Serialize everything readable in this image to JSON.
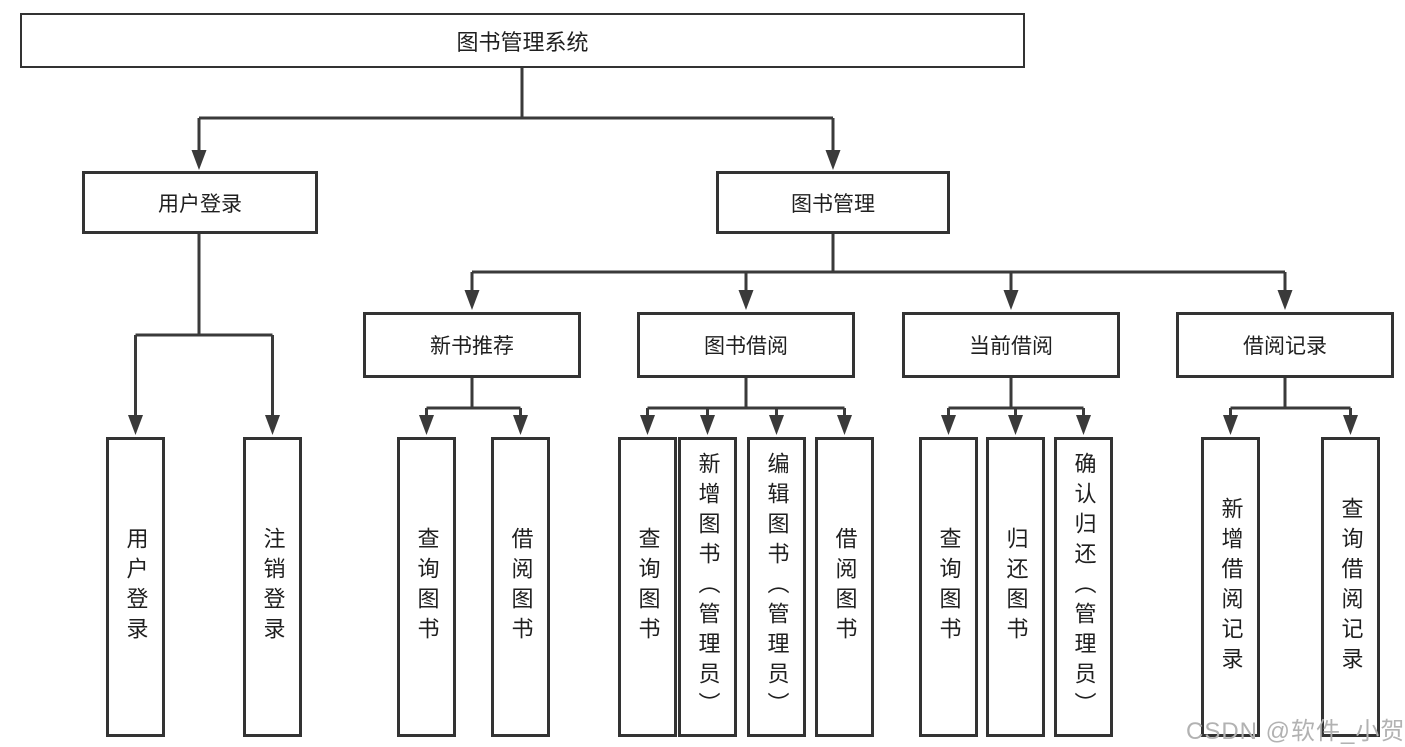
{
  "diagram": {
    "root": {
      "label": "图书管理系统"
    },
    "level2": {
      "user_login": {
        "label": "用户登录"
      },
      "book_mgmt": {
        "label": "图书管理"
      }
    },
    "level3": {
      "new_book": {
        "label": "新书推荐"
      },
      "book_borrow": {
        "label": "图书借阅"
      },
      "current_borrow": {
        "label": "当前借阅"
      },
      "borrow_record": {
        "label": "借阅记录"
      }
    },
    "leaves": {
      "user_login": [
        "用户登录",
        "注销登录"
      ],
      "new_book": [
        "查询图书",
        "借阅图书"
      ],
      "book_borrow": [
        "查询图书",
        "新增图书（管理员）",
        "编辑图书（管理员）",
        "借阅图书"
      ],
      "current_borrow": [
        "查询图书",
        "归还图书",
        "确认归还（管理员）"
      ],
      "borrow_record": [
        "新增借阅记录",
        "查询借阅记录"
      ]
    }
  },
  "watermark": {
    "text": "CSDN @软件_小贺同学"
  },
  "colors": {
    "line": "#3a3a3a",
    "box_border": "#333333",
    "text": "#1f1f1f",
    "background": "#ffffff",
    "watermark": "#b2b2b2"
  }
}
